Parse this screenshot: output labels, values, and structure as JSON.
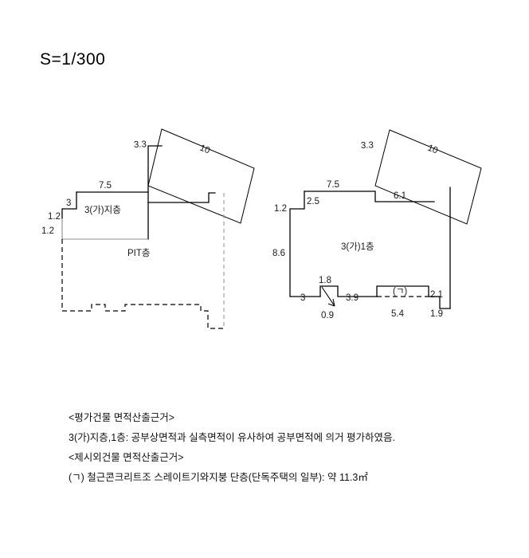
{
  "scale": {
    "label": "S=1/300"
  },
  "drawings": [
    {
      "id": "basement-plan",
      "room_label": "3(가)지층",
      "sub_label": "PIT층",
      "dimensions": {
        "top_run": "7.5",
        "left_step_v": "3",
        "left_step_h": "1.2",
        "left_bottom": "1.2",
        "annex_short": "3.3",
        "annex_long": "10"
      }
    },
    {
      "id": "first-floor-plan",
      "room_label": "3(가)1층",
      "annex_label": "(ㄱ)",
      "dimensions": {
        "top_run": "7.5",
        "top_right_run": "6.1",
        "left_step_h": "1.2",
        "left_step_v": "2.5",
        "left_long": "8.6",
        "bottom_left": "3",
        "notch_top": "1.8",
        "notch_lead": "0.9",
        "bottom_mid": "3.9",
        "annex_bottom": "5.4",
        "right_step_v": "2.1",
        "bottom_right": "1.9",
        "annex_short": "3.3",
        "annex_long": "10"
      }
    }
  ],
  "notes": {
    "lines": [
      "<평가건물 면적산출근거>",
      "3(가)지층,1층: 공부상면적과 실측면적이 유사하여 공부면적에 의거 평가하였음.",
      "<제시외건물 면적산출근거>",
      "(ㄱ) 철근콘크리트조 스레이트기와지붕 단층(단독주택의 일부): 약 11.3㎡"
    ]
  },
  "colors": {
    "stroke": "#000000",
    "stroke_grey": "#8c8c8c",
    "background": "#ffffff",
    "text": "#111111"
  }
}
